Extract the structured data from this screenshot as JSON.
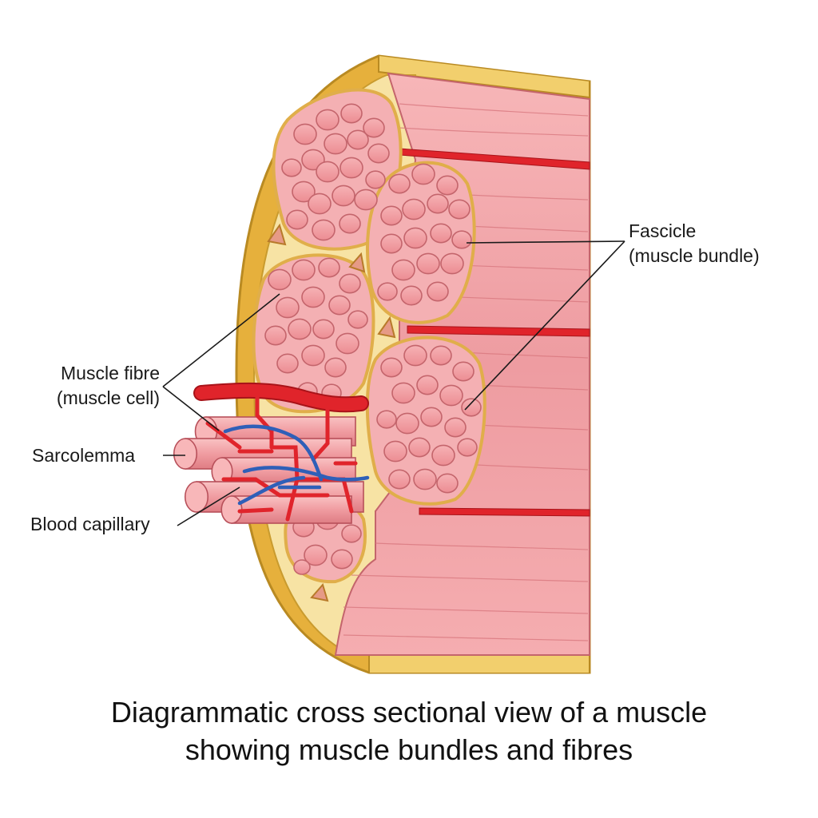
{
  "labels": {
    "fascicle": [
      "Fascicle",
      "(muscle bundle)"
    ],
    "muscle_fibre": [
      "Muscle fibre",
      "(muscle cell)"
    ],
    "sarcolemma": "Sarcolemma",
    "blood_capillary": "Blood capillary"
  },
  "caption": [
    "Diagrammatic cross sectional view of a muscle",
    "showing muscle bundles and fibres"
  ],
  "colors": {
    "epimysium": "#e6b03c",
    "epimysium_dark": "#b98a22",
    "perimysium": "#f7e3a4",
    "fibre": "#f29a9f",
    "fibre_light": "#f8b7b9",
    "fibre_stroke": "#b8505a",
    "longitudinal": "#f0a4a8",
    "artery": "#e0242b",
    "vein": "#2f5fb8"
  }
}
